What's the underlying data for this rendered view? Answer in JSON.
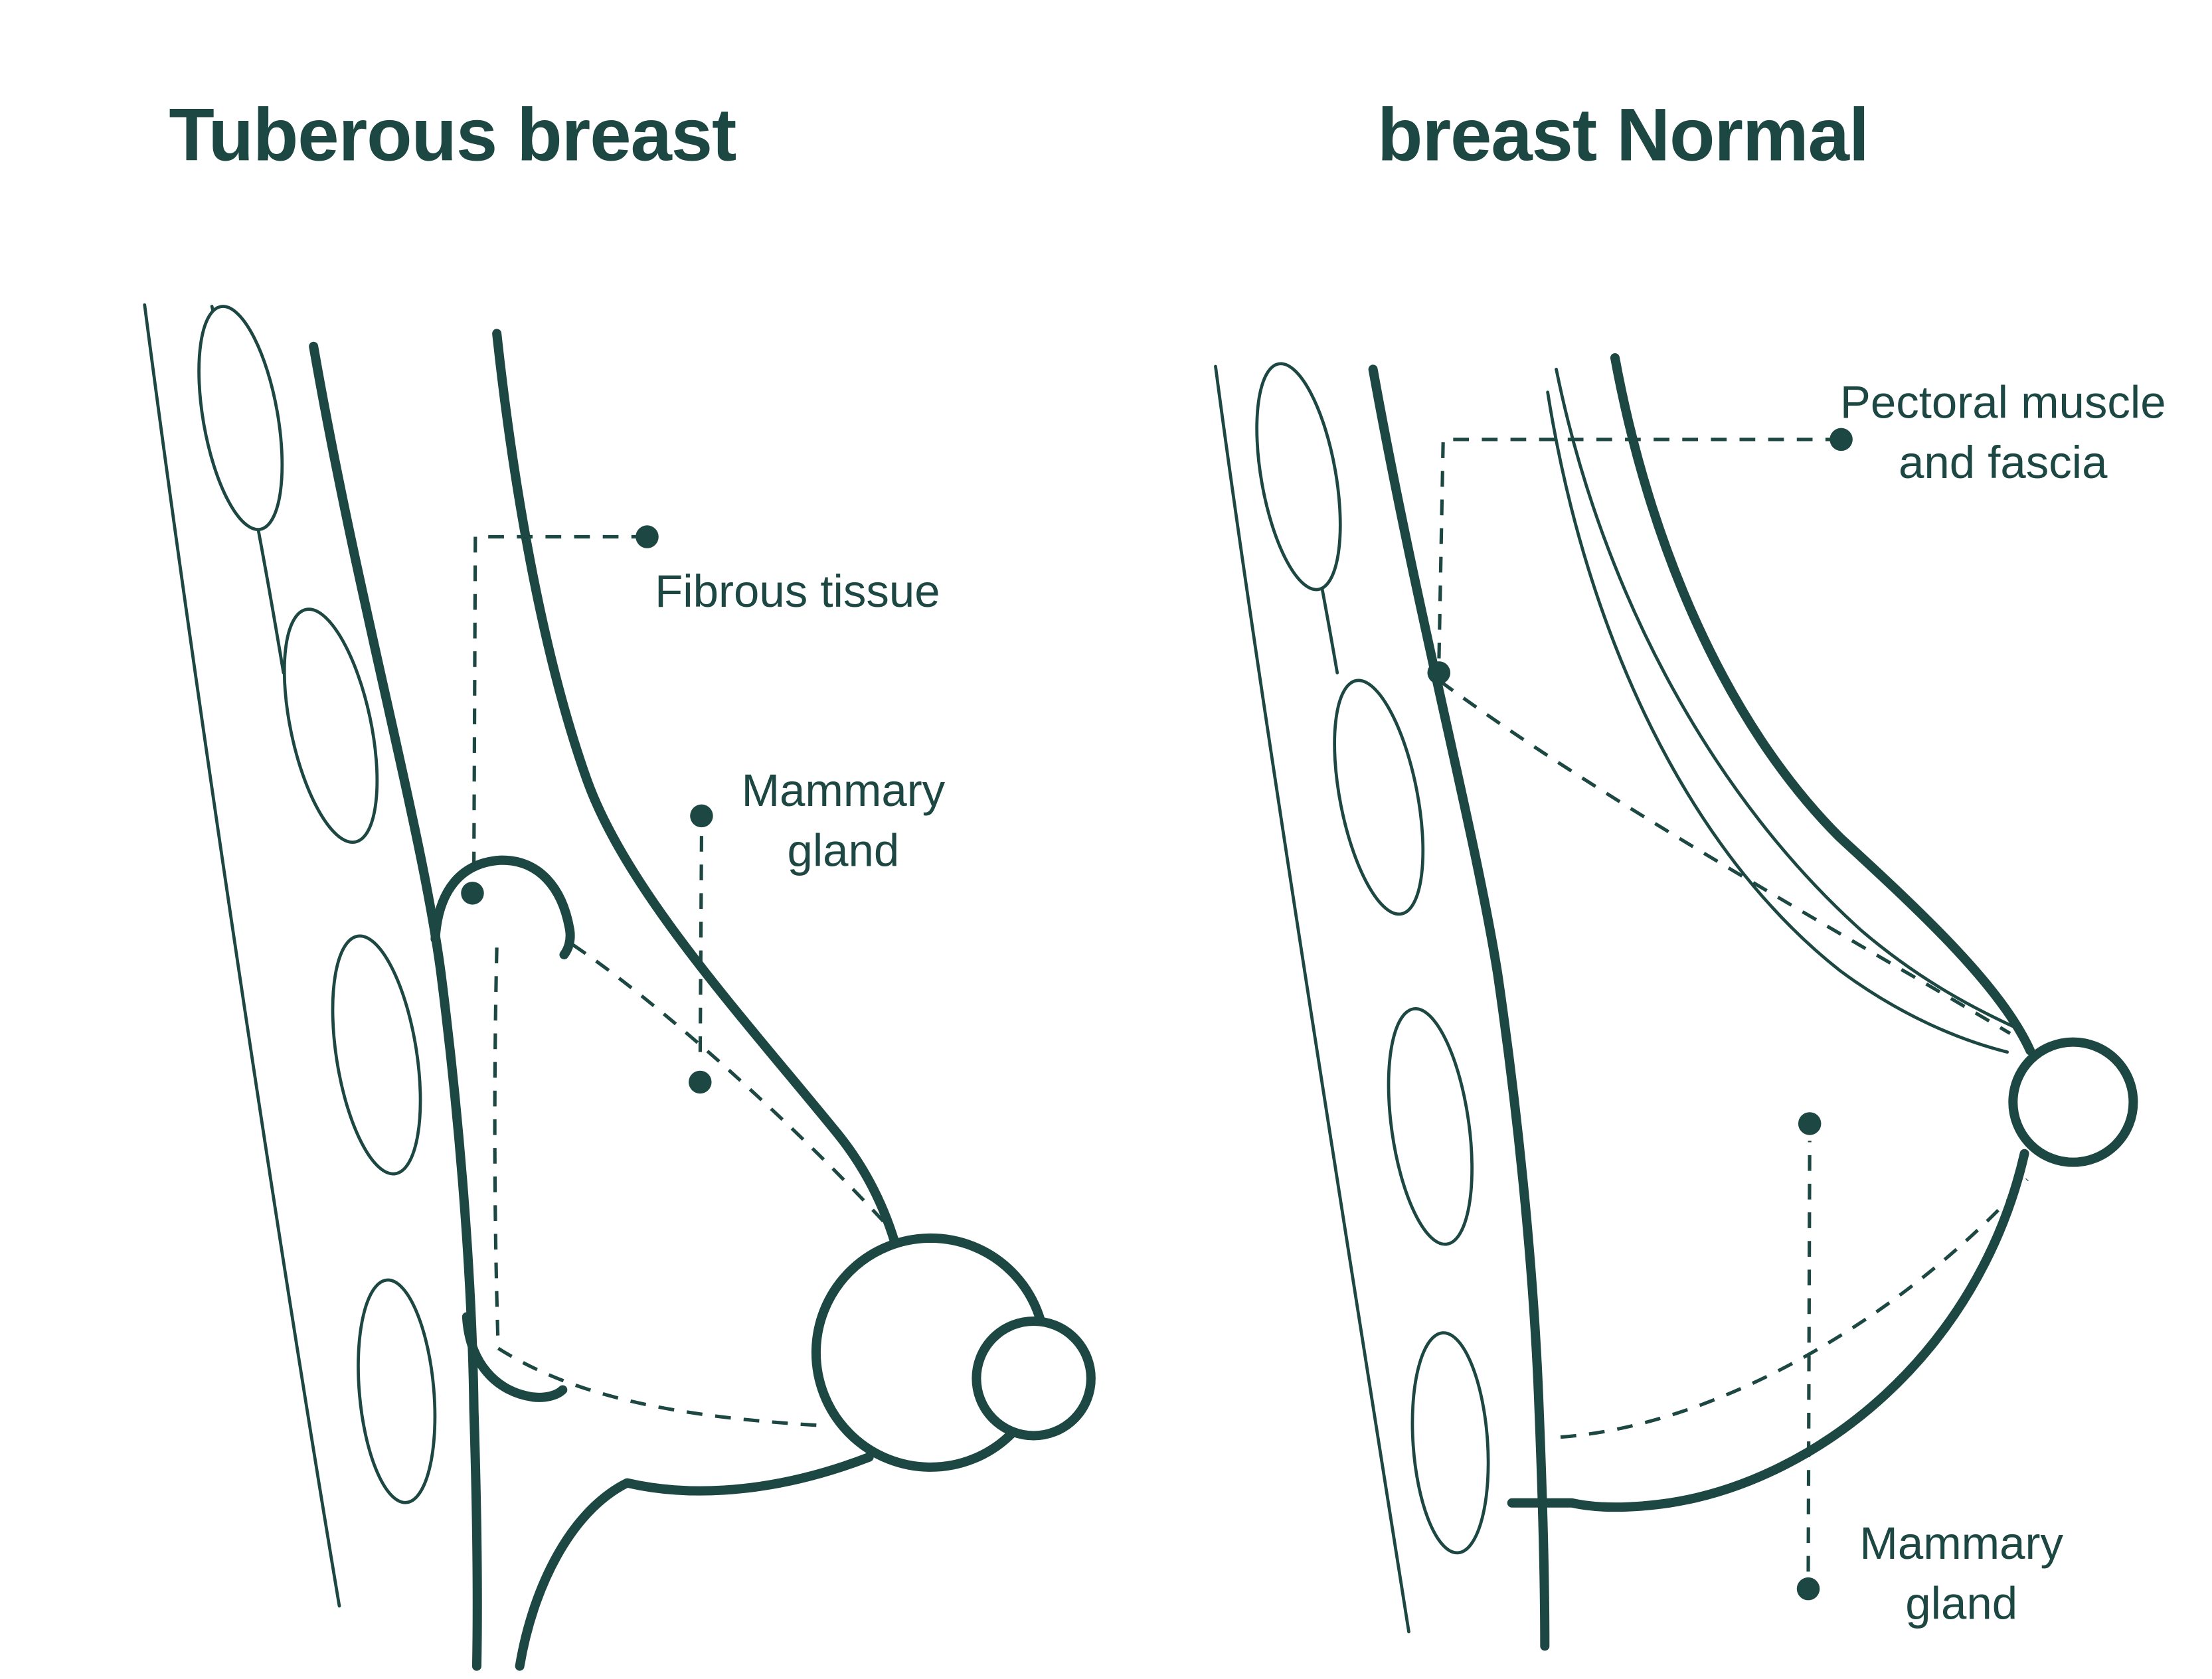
{
  "colors": {
    "ink": "#1c4742",
    "background": "#ffffff"
  },
  "figures": {
    "tuberous": {
      "title": "Tuberous breast",
      "labels": {
        "fibrous_tissue": "Fibrous tissue",
        "mammary_line1": "Mammary",
        "mammary_line2": "gland"
      }
    },
    "normal": {
      "title": "breast Normal",
      "labels": {
        "pectoral_line1": "Pectoral muscle",
        "pectoral_line2": "and fascia",
        "mammary_line1": "Mammary",
        "mammary_line2": "gland"
      }
    }
  }
}
